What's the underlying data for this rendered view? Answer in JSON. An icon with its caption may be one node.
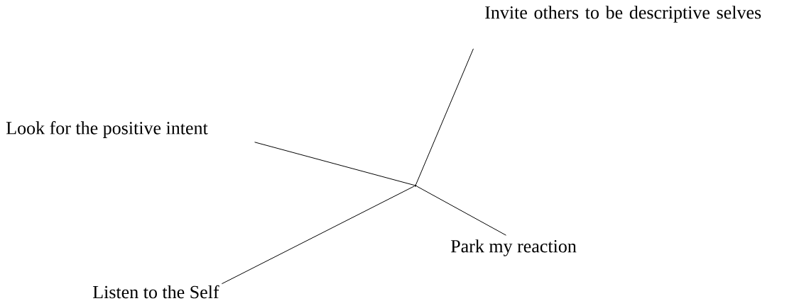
{
  "diagram": {
    "nodes": [
      {
        "text": [
          "Invite others to be descriptive selves"
        ]
      },
      {
        "text": [
          "Look for the positive intent"
        ]
      },
      {
        "text": [],
        "shape": "point"
      },
      {
        "text": [
          "Park my reaction"
        ]
      },
      {
        "text": [
          "Listen to the Self"
        ]
      }
    ],
    "edges": [
      {
        "from": 0,
        "to": 2,
        "arrow": "none"
      },
      {
        "from": 1,
        "to": 2,
        "arrow": "none"
      },
      {
        "from": 3,
        "to": 2,
        "arrow": "none"
      },
      {
        "from": 4,
        "to": 2,
        "arrow": "none"
      }
    ]
  }
}
